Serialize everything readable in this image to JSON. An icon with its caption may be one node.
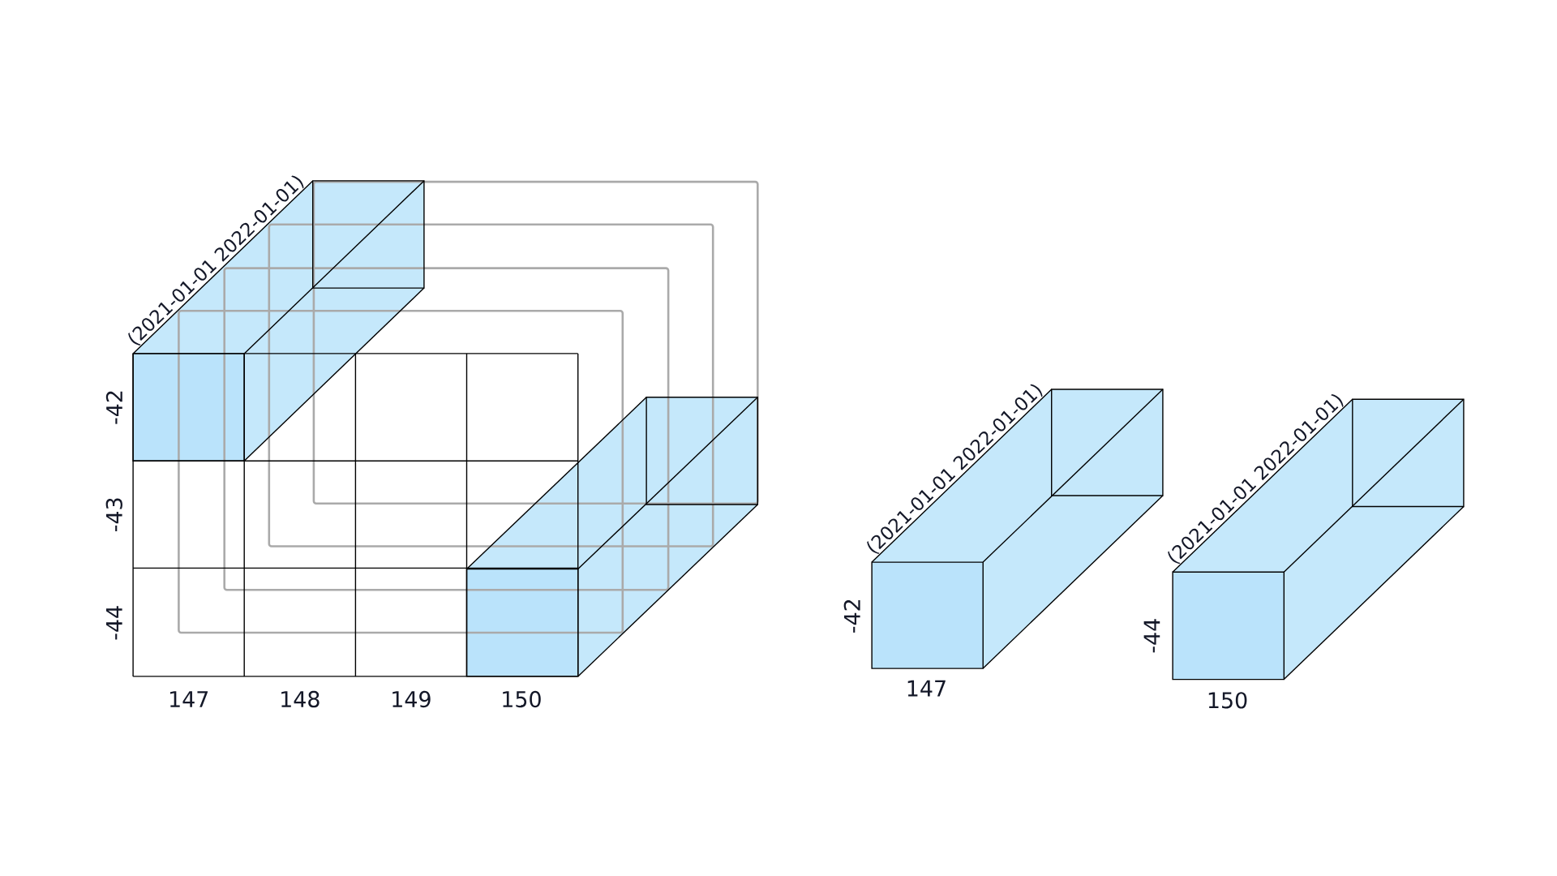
{
  "diagram": {
    "labels": [
      "(2021-01-01 2022-01-01)",
      "-42",
      "-43",
      "-44",
      "147",
      "148",
      "149",
      "150",
      "(2021-01-01 2022-01-01)",
      "-42",
      "147",
      "(2021-01-01 2022-01-01)",
      "-44",
      "150"
    ]
  }
}
